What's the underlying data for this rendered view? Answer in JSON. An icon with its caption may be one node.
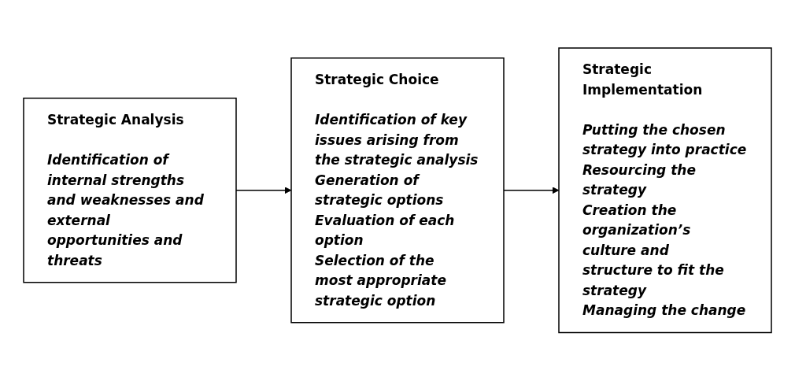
{
  "diagram": {
    "nodes": [
      {
        "text": [
          "Strategic Analysis",
          "Identification of internal strengths and weaknesses and external opportunities and threats"
        ]
      },
      {
        "text": [
          "Strategic Choice",
          "Identification of key issues arising from the strategic analysis",
          "Generation of strategic options",
          "Evaluation of each option",
          "Selection of the most appropriate strategic option"
        ]
      },
      {
        "text": [
          "Strategic Implementation",
          "Putting the chosen strategy into practice",
          "Resourcing the strategy",
          "Creation the organization’s culture and structure to fit the strategy",
          "Managing the change"
        ]
      }
    ],
    "edges": [
      {
        "from": 0,
        "to": 1,
        "arrow": "to"
      },
      {
        "from": 1,
        "to": 2,
        "arrow": "to"
      }
    ]
  }
}
